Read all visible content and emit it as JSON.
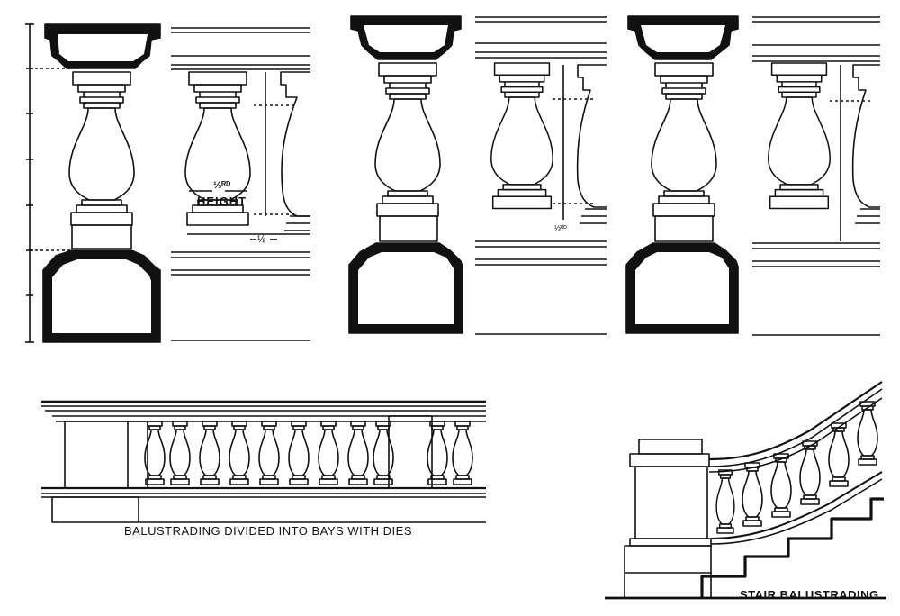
{
  "captions": {
    "bays": "BALUSTRADING DIVIDED INTO BAYS WITH DIES",
    "stair": "STAIR BALUSTRADING"
  },
  "dimensions": {
    "fraction_one_third": "⅓ᴿᴰ",
    "height": "HEIGHT",
    "half": "½",
    "fraction_small": "⅓ᴿᴰ"
  },
  "colors": {
    "ink": "#111111",
    "paper": "#ffffff"
  }
}
